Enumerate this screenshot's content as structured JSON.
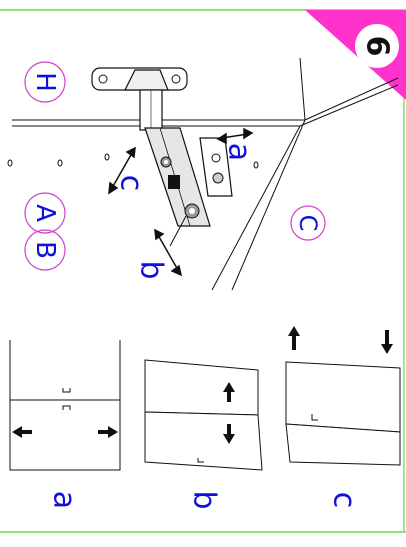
{
  "step": {
    "number": "6",
    "color_badge": "#ff33cc"
  },
  "labels": {
    "a": "a",
    "b": "b",
    "c": "c",
    "H": "H",
    "A": "A",
    "B": "B",
    "C": "C"
  },
  "panels": {
    "a": "a",
    "b": "b",
    "c": "c"
  },
  "colors": {
    "border": "#66dd44",
    "letters": "#1010dd",
    "circle": "#cc44cc",
    "line": "#111111"
  }
}
